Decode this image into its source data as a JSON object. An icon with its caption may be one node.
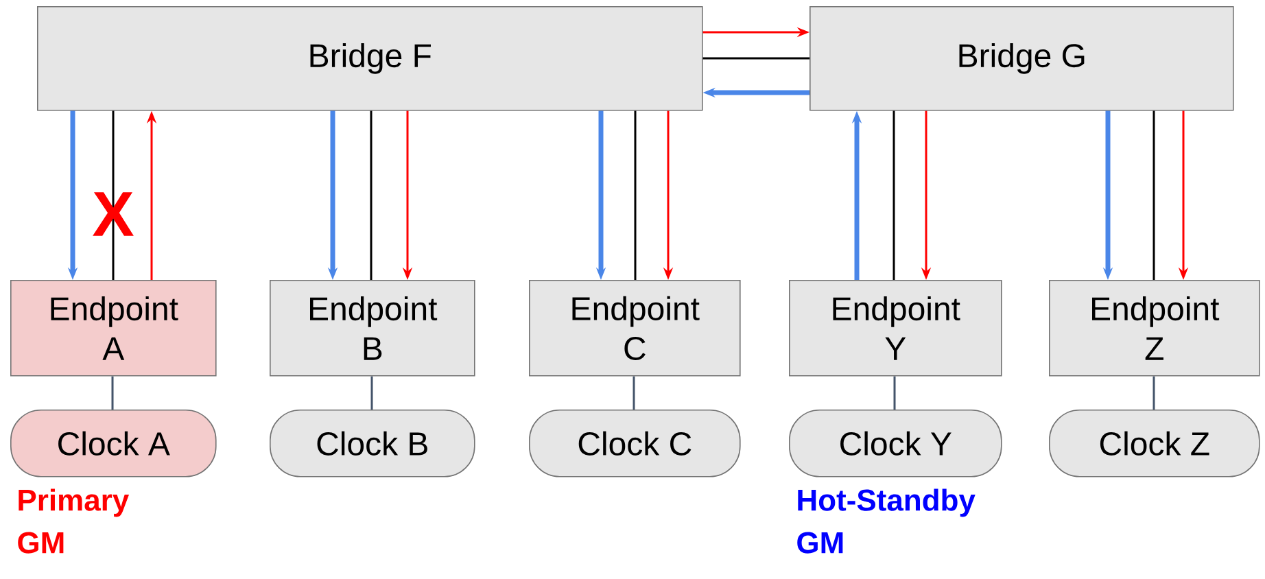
{
  "diagram": {
    "nodes": [
      {
        "text": [
          "Bridge F"
        ]
      },
      {
        "text": [
          "Bridge G"
        ]
      },
      {
        "text": [
          "Endpoint A"
        ]
      },
      {
        "text": [
          "Endpoint B"
        ]
      },
      {
        "text": [
          "Endpoint C"
        ]
      },
      {
        "text": [
          "Endpoint Y"
        ]
      },
      {
        "text": [
          "Endpoint Z"
        ]
      },
      {
        "text": [
          "Clock A"
        ],
        "beside": [
          "Primary GM"
        ]
      },
      {
        "text": [
          "Clock B"
        ]
      },
      {
        "text": [
          "Clock C"
        ]
      },
      {
        "text": [
          "Clock Y"
        ],
        "beside": [
          "Hot-Standby GM"
        ]
      },
      {
        "text": [
          "Clock Z"
        ]
      }
    ],
    "edges": [
      {
        "from": 0,
        "to": 1,
        "arrow": "to",
        "color": "#ff0000"
      },
      {
        "from": 0,
        "to": 1,
        "arrow": "none",
        "color": "#000000"
      },
      {
        "from": 1,
        "to": 0,
        "arrow": "to",
        "style": "thick",
        "color": "#4a86e8"
      },
      {
        "from": 0,
        "to": 2,
        "arrow": "to",
        "style": "thick",
        "color": "#4a86e8"
      },
      {
        "from": 0,
        "to": 2,
        "arrow": "none",
        "color": "#000000"
      },
      {
        "from": 2,
        "to": 0,
        "arrow": "to",
        "color": "#ff0000"
      },
      {
        "from": 0,
        "to": 3,
        "arrow": "to",
        "style": "thick",
        "color": "#4a86e8"
      },
      {
        "from": 0,
        "to": 3,
        "arrow": "none",
        "color": "#000000"
      },
      {
        "from": 0,
        "to": 3,
        "arrow": "to",
        "color": "#ff0000"
      },
      {
        "from": 0,
        "to": 4,
        "arrow": "to",
        "style": "thick",
        "color": "#4a86e8"
      },
      {
        "from": 0,
        "to": 4,
        "arrow": "none",
        "color": "#000000"
      },
      {
        "from": 0,
        "to": 4,
        "arrow": "to",
        "color": "#ff0000"
      },
      {
        "from": 5,
        "to": 1,
        "arrow": "to",
        "style": "thick",
        "color": "#4a86e8"
      },
      {
        "from": 1,
        "to": 5,
        "arrow": "none",
        "color": "#000000"
      },
      {
        "from": 1,
        "to": 5,
        "arrow": "to",
        "color": "#ff0000"
      },
      {
        "from": 1,
        "to": 6,
        "arrow": "to",
        "style": "thick",
        "color": "#4a86e8"
      },
      {
        "from": 1,
        "to": 6,
        "arrow": "none",
        "color": "#000000"
      },
      {
        "from": 1,
        "to": 6,
        "arrow": "to",
        "color": "#ff0000"
      },
      {
        "from": 2,
        "to": 7,
        "arrow": "none",
        "color": "#44546a"
      },
      {
        "from": 3,
        "to": 8,
        "arrow": "none",
        "color": "#44546a"
      },
      {
        "from": 4,
        "to": 9,
        "arrow": "none",
        "color": "#44546a"
      },
      {
        "from": 5,
        "to": 10,
        "arrow": "none",
        "color": "#44546a"
      },
      {
        "from": 6,
        "to": 11,
        "arrow": "none",
        "color": "#44546a"
      }
    ],
    "labels": [
      "X"
    ]
  }
}
